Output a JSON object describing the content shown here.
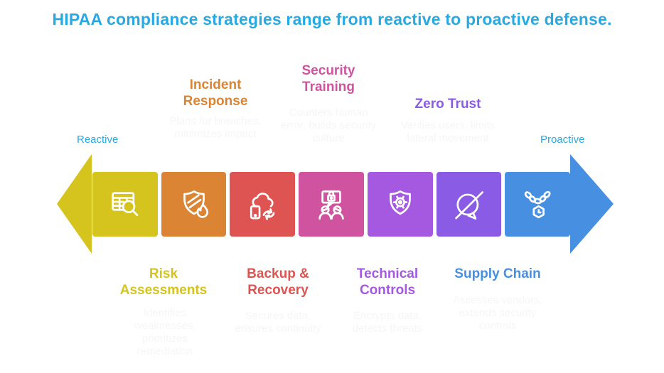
{
  "title": {
    "text": "HIPAA compliance strategies range from reactive to proactive defense.",
    "color": "#29A9E1"
  },
  "axis": {
    "left_label": "Reactive",
    "right_label": "Proactive",
    "label_color": "#29A9E1",
    "left_arrow_color": "#D5C31E",
    "right_arrow_color": "#478FE1"
  },
  "steps": [
    {
      "label": "Risk\nAssessments",
      "label_position": "below",
      "color": "#D5C31E",
      "icon": "table-search-icon",
      "description": "Identifies weaknesses, prioritizes remediation"
    },
    {
      "label": "Incident\nResponse",
      "label_position": "above",
      "color": "#DB8434",
      "icon": "shield-flame-icon",
      "description": "Plans for breaches, minimizes impact"
    },
    {
      "label": "Backup &\nRecovery",
      "label_position": "below",
      "color": "#DE5452",
      "icon": "cloud-device-sync-icon",
      "description": "Secures data, ensures continuity"
    },
    {
      "label": "Security\nTraining",
      "label_position": "above",
      "color": "#D0539F",
      "icon": "training-presentation-icon",
      "description": "Counters human error, builds security culture"
    },
    {
      "label": "Technical\nControls",
      "label_position": "below",
      "color": "#A558E0",
      "icon": "shield-gear-icon",
      "description": "Encrypts data, detects threats"
    },
    {
      "label": "Zero Trust",
      "label_position": "above",
      "color": "#8A5BE4",
      "icon": "no-trust-bubble-icon",
      "description": "Verifies users, limits lateral movement"
    },
    {
      "label": "Supply Chain",
      "label_position": "below",
      "color": "#478FE1",
      "icon": "chain-pendant-icon",
      "description": "Assesses vendors, extends security controls"
    }
  ]
}
